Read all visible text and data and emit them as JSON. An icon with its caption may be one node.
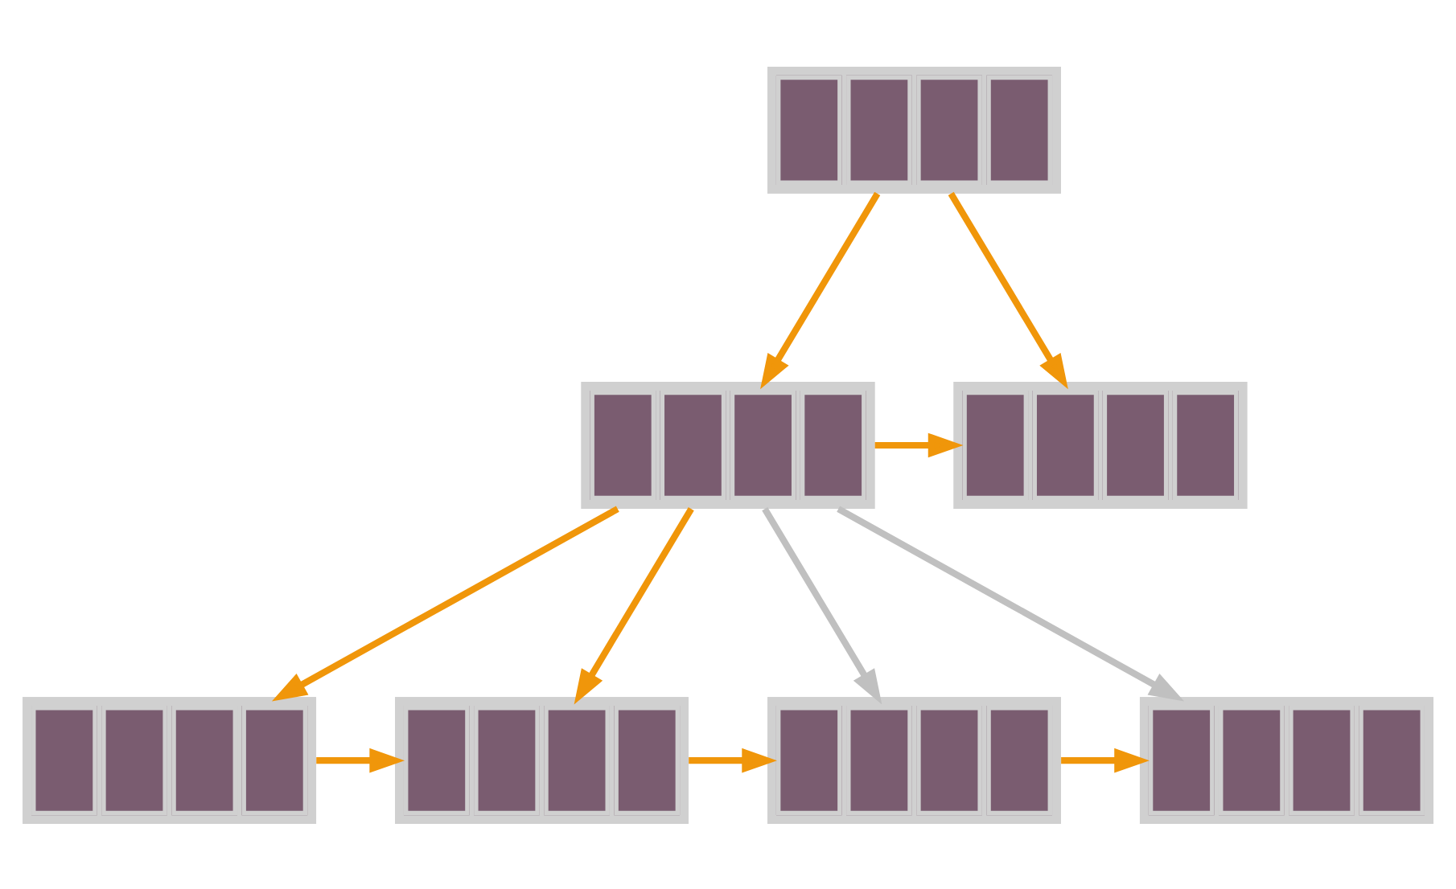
{
  "diagram": {
    "nodes": [
      {
        "text": [],
        "shape": "box"
      },
      {
        "text": [],
        "shape": "box"
      },
      {
        "text": [],
        "shape": "box"
      },
      {
        "text": [],
        "shape": "box"
      },
      {
        "text": [],
        "shape": "box"
      },
      {
        "text": [],
        "shape": "box"
      },
      {
        "text": [],
        "shape": "box"
      }
    ],
    "edges": [
      {
        "from": 0,
        "to": 1,
        "arrow": "to"
      },
      {
        "from": 0,
        "to": 2,
        "arrow": "to"
      },
      {
        "from": 1,
        "to": 2,
        "arrow": "to"
      },
      {
        "from": 1,
        "to": 3,
        "arrow": "to"
      },
      {
        "from": 1,
        "to": 4,
        "arrow": "to"
      },
      {
        "from": 1,
        "to": 5,
        "arrow": "to",
        "color": "#c0c0c0"
      },
      {
        "from": 1,
        "to": 6,
        "arrow": "to",
        "color": "#c0c0c0"
      },
      {
        "from": 3,
        "to": 4,
        "arrow": "to"
      },
      {
        "from": 4,
        "to": 5,
        "arrow": "to"
      },
      {
        "from": 5,
        "to": 6,
        "arrow": "to"
      }
    ]
  }
}
